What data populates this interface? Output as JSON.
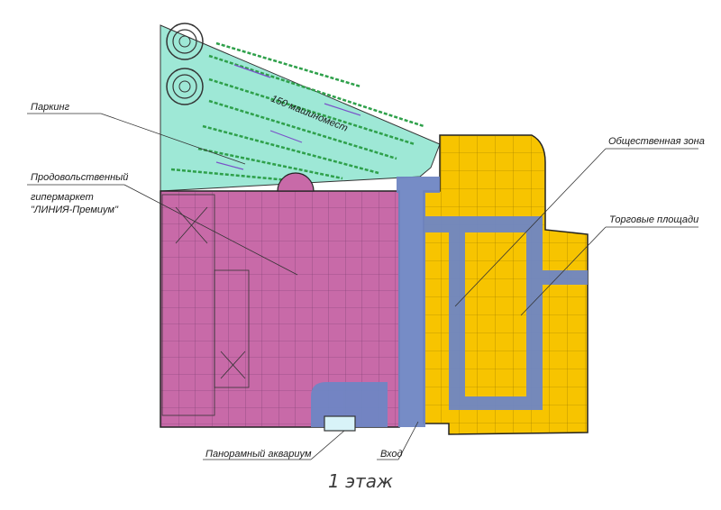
{
  "labels": {
    "parking": "Паркинг",
    "hyper_line1": "Продовольственный",
    "hyper_line2": "гипермаркет",
    "hyper_line3": "\"ЛИНИЯ-Премиум\"",
    "public_zone": "Общественная зона",
    "trade_areas": "Торговые площади",
    "aquarium": "Панорамный аквариум",
    "entrance": "Вход",
    "parking_capacity": "150 машиномест",
    "floor": "1 этаж"
  },
  "colors": {
    "hypermarket": "#c86aa8",
    "trade": "#f7c400",
    "public": "#6f86c4",
    "parking": "#9ee8d6",
    "walls": "#222222",
    "car": "#2ea04a"
  },
  "icons": [
    "spiral-ramp-icon",
    "car-icon",
    "escalator-icon"
  ]
}
